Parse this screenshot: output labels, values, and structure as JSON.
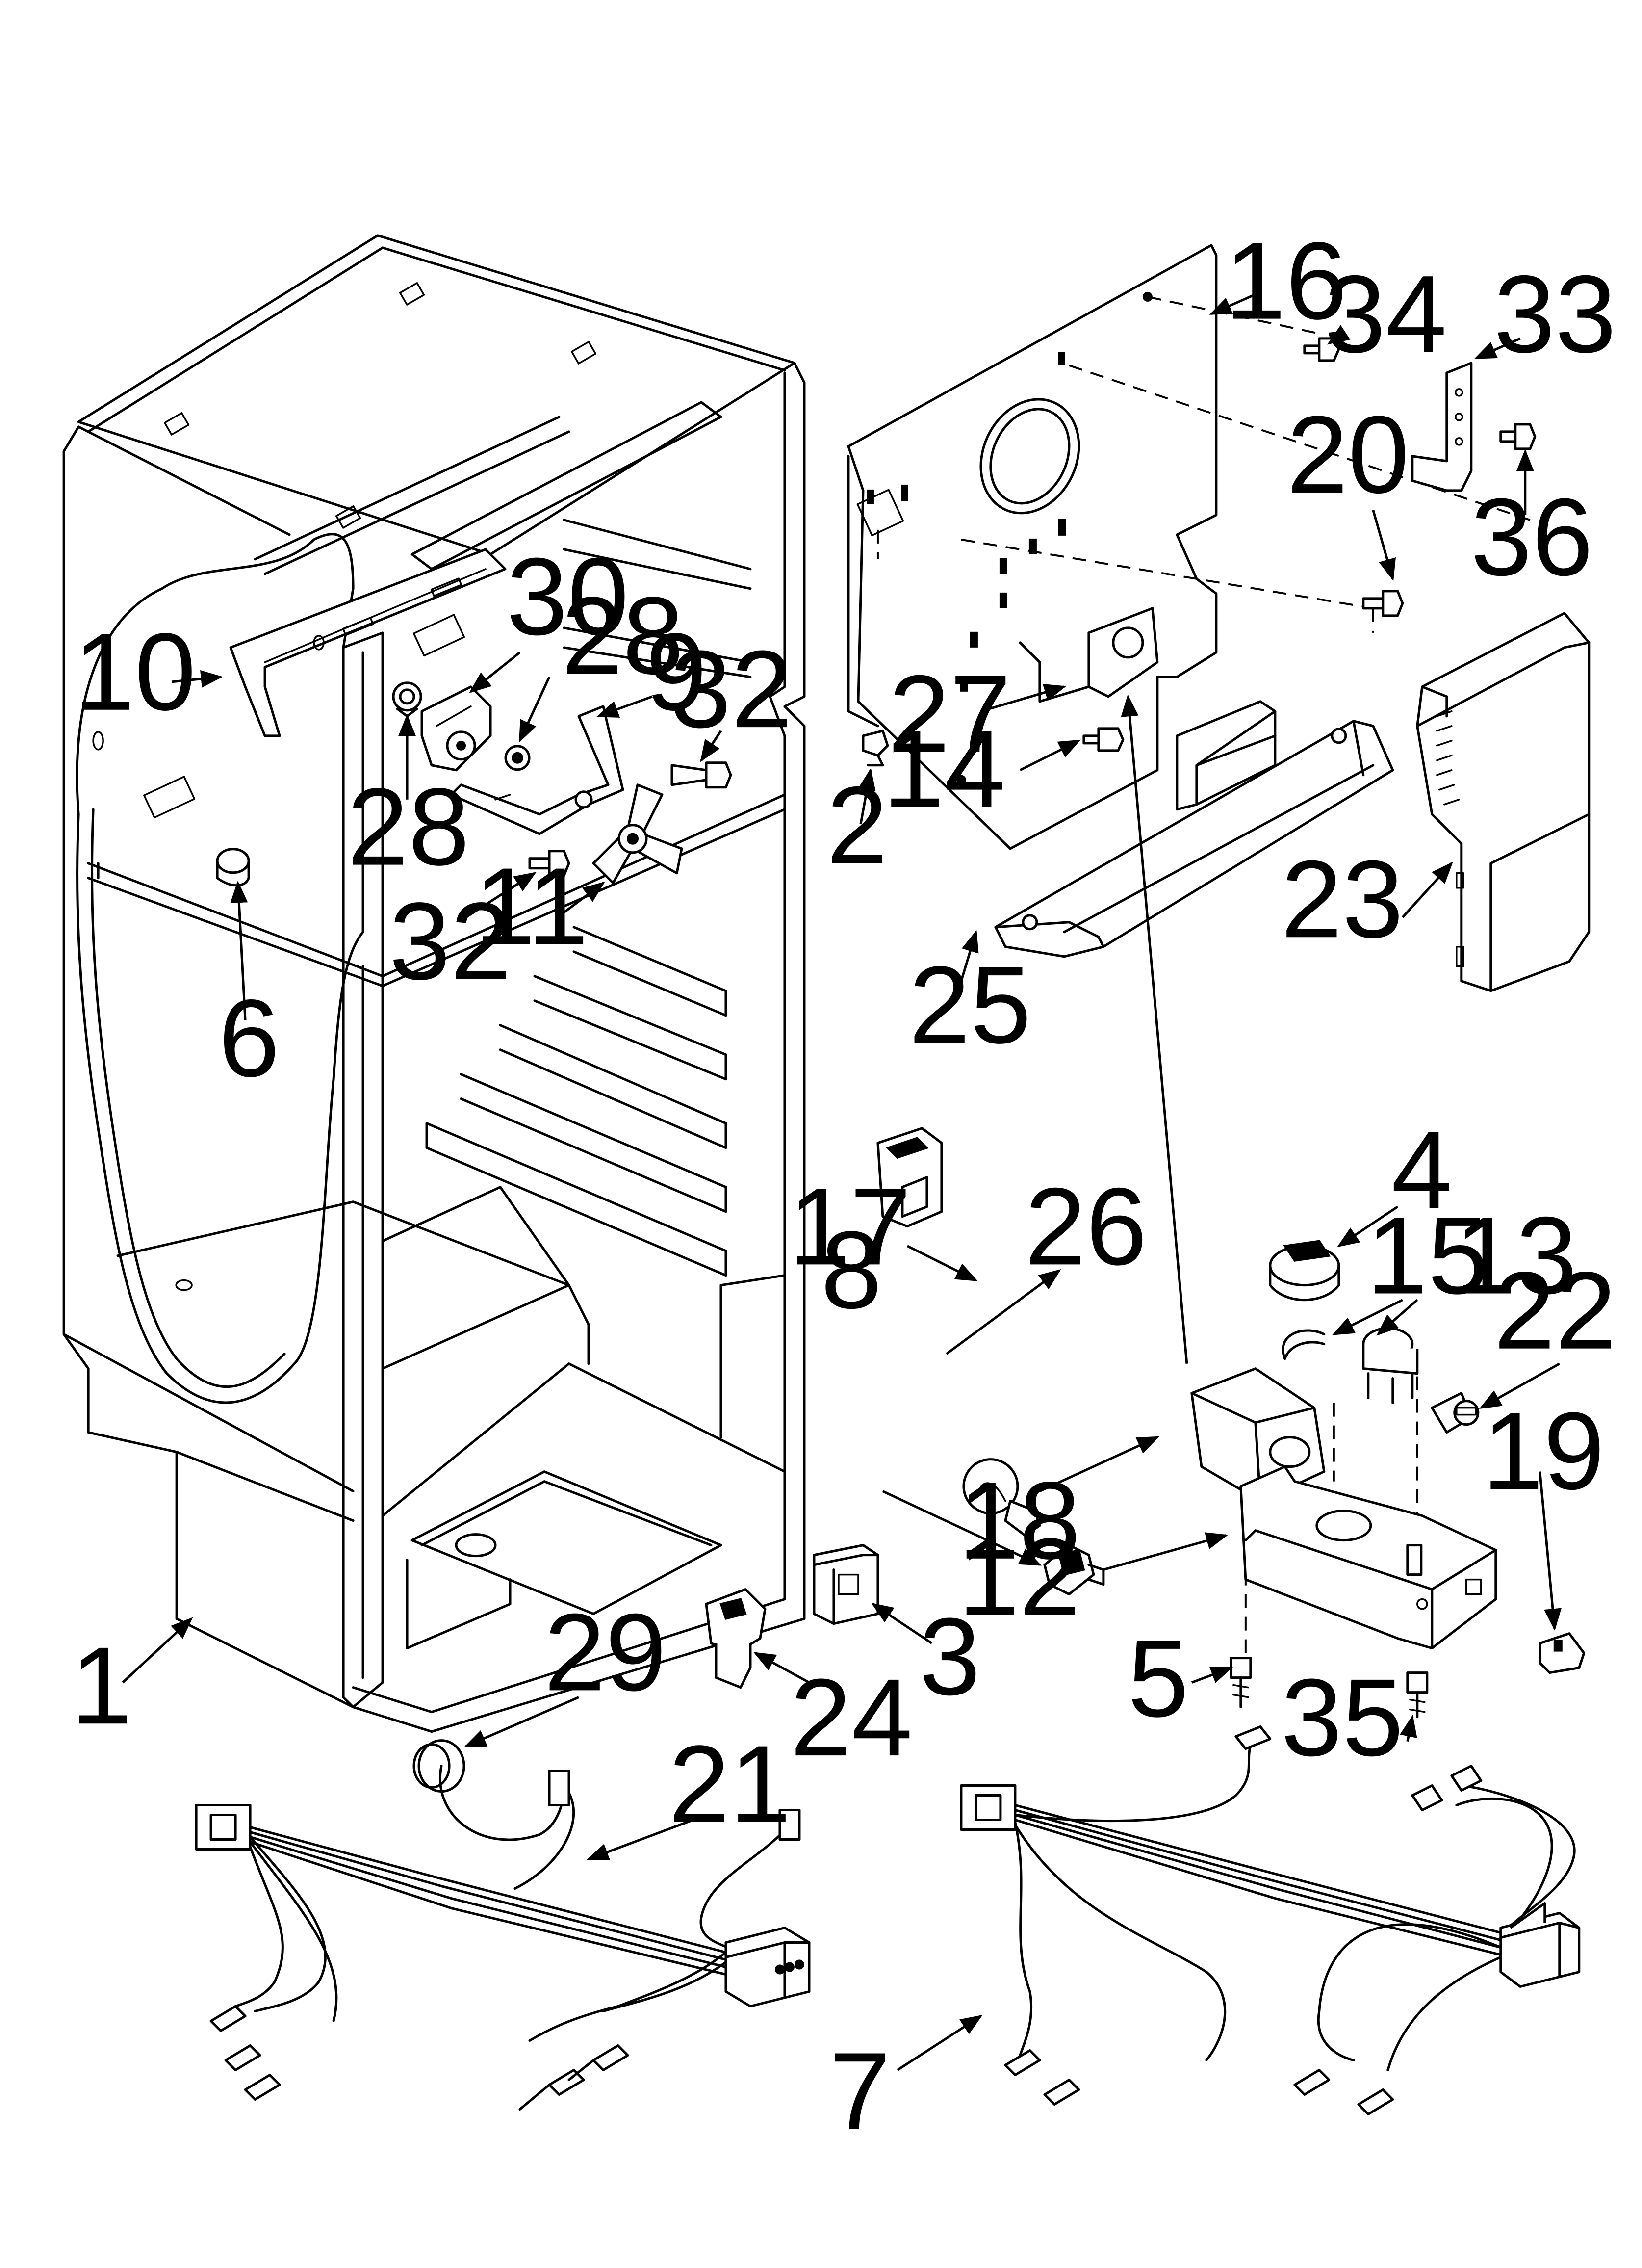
{
  "diagram": {
    "type": "exploded-parts-diagram",
    "callouts": [
      {
        "id": "c1",
        "text": "1"
      },
      {
        "id": "c2",
        "text": "2"
      },
      {
        "id": "c3",
        "text": "3"
      },
      {
        "id": "c4",
        "text": "4"
      },
      {
        "id": "c5",
        "text": "5"
      },
      {
        "id": "c6",
        "text": "6"
      },
      {
        "id": "c7",
        "text": "7"
      },
      {
        "id": "c8",
        "text": "8"
      },
      {
        "id": "c9",
        "text": "9"
      },
      {
        "id": "c10",
        "text": "10"
      },
      {
        "id": "c11",
        "text": "11"
      },
      {
        "id": "c12",
        "text": "12"
      },
      {
        "id": "c13",
        "text": "13"
      },
      {
        "id": "c14",
        "text": "14"
      },
      {
        "id": "c15",
        "text": "15"
      },
      {
        "id": "c16",
        "text": "16"
      },
      {
        "id": "c17",
        "text": "17"
      },
      {
        "id": "c18",
        "text": "18"
      },
      {
        "id": "c19",
        "text": "19"
      },
      {
        "id": "c20",
        "text": "20"
      },
      {
        "id": "c21",
        "text": "21"
      },
      {
        "id": "c22",
        "text": "22"
      },
      {
        "id": "c23",
        "text": "23"
      },
      {
        "id": "c24",
        "text": "24"
      },
      {
        "id": "c25",
        "text": "25"
      },
      {
        "id": "c26",
        "text": "26"
      },
      {
        "id": "c27",
        "text": "27"
      },
      {
        "id": "c28a",
        "text": "28"
      },
      {
        "id": "c28b",
        "text": "28"
      },
      {
        "id": "c29",
        "text": "29"
      },
      {
        "id": "c30",
        "text": "30"
      },
      {
        "id": "c32a",
        "text": "32"
      },
      {
        "id": "c32b",
        "text": "32"
      },
      {
        "id": "c33",
        "text": "33"
      },
      {
        "id": "c34",
        "text": "34"
      },
      {
        "id": "c35",
        "text": "35"
      },
      {
        "id": "c36",
        "text": "36"
      }
    ]
  }
}
